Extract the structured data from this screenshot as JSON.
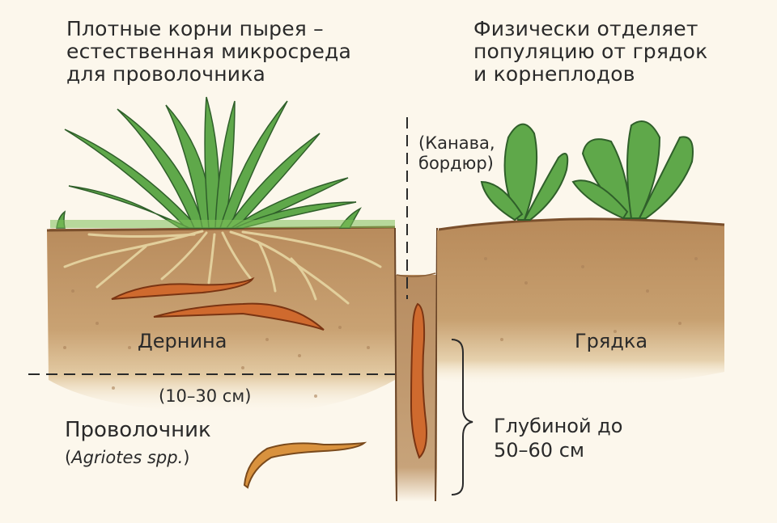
{
  "diagram": {
    "left_caption": "Плотные корни пырея –\nестественная микросреда\nдля проволочника",
    "right_caption": "Физически отделяет\nпопуляцию от грядок\nи корнеплодов",
    "barrier_label": "(Канава,\nбордюр)",
    "turf_label": "Дернина",
    "turf_depth": "(10–30 см)",
    "pest_name": "Проволочник",
    "pest_latin": "Agriotes spp.",
    "pest_latin_open": "(",
    "pest_latin_close": ")",
    "bed_label": "Грядка",
    "depth_label": "Глубиной до\n50–60 см",
    "colors": {
      "background": "#fcf7ec",
      "soil": "#c29a6c",
      "soil_dark": "#8a5f38",
      "grass": "#5fa84a",
      "grass_outline": "#2f5f2a",
      "roots": "#e2cf9c",
      "wireworm": "#cf6a2e",
      "wireworm_light": "#d9923e",
      "text": "#2a2a2a"
    }
  }
}
